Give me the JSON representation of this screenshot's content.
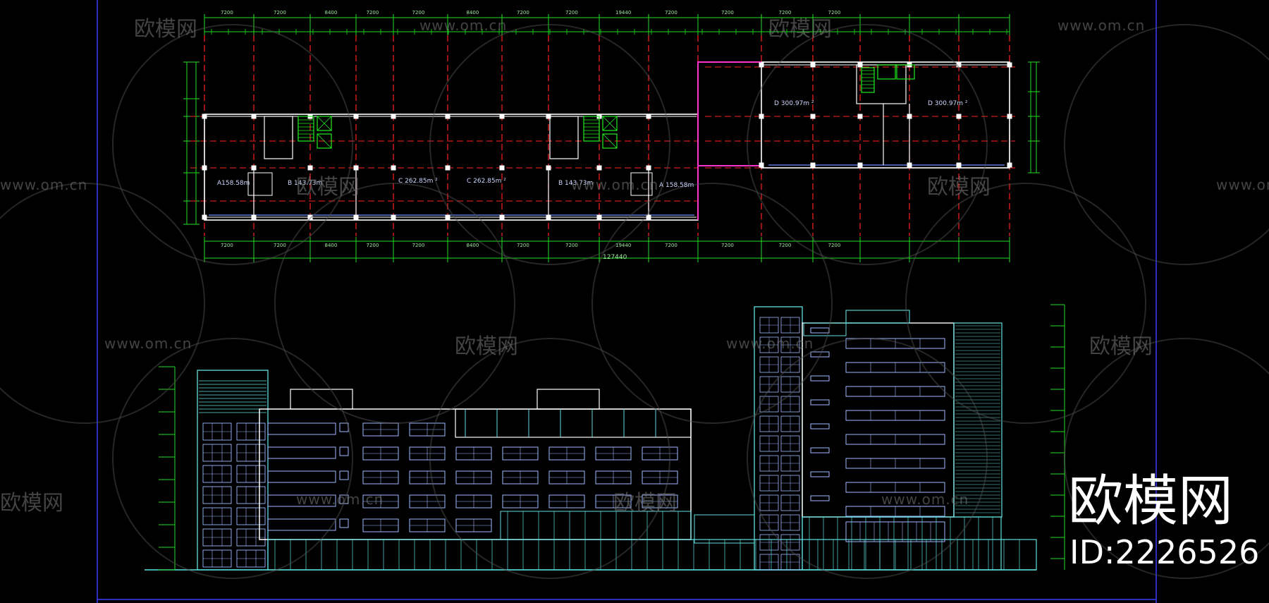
{
  "colors": {
    "background": "#000000",
    "frame": "#3a3aff",
    "wall": "#ffffff",
    "column_grid": "#ff2222",
    "dimension": "#22dd22",
    "stair": "#22ee22",
    "elevation_main": "#5fe0e0",
    "elevation_window": "#9fb8ff",
    "accent": "#ff33cc",
    "label": "#cfd6ff"
  },
  "plan": {
    "room_labels": [
      "A158.58m",
      "B 143.73m",
      "C 262.85m ²",
      "C 262.85m ²",
      "B 143.73m",
      "A 158.58m",
      "D 300.97m ²",
      "D 300.97m ²"
    ],
    "top_dims": [
      "7200",
      "7200",
      "8400",
      "7200",
      "7200",
      "8400",
      "7200",
      "7200",
      "19440",
      "7200",
      "7200",
      "7200",
      "7200"
    ],
    "bottom_dims": [
      "7200",
      "7200",
      "8400",
      "7200",
      "7200",
      "8400",
      "7200",
      "7200",
      "19440",
      "7200",
      "7200",
      "7200",
      "7200"
    ],
    "total_dim": "127440"
  },
  "watermark": {
    "brand": "欧模网",
    "url": "www.om.cn",
    "id_label": "ID:2226526"
  }
}
